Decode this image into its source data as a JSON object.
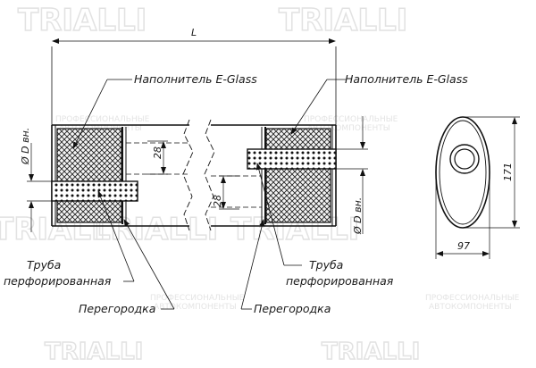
{
  "watermark": {
    "brand": "TRIALLI",
    "line1": "ПРОФЕССИОНАЛЬНЫЕ",
    "line2": "АВТОКОМПОНЕНТЫ"
  },
  "dimensions": {
    "length": "L",
    "diameter_left": "Ø D вн.",
    "diameter_right": "Ø D вн.",
    "offset_top": "28",
    "offset_bottom": "28",
    "height": "171",
    "width": "97"
  },
  "labels": {
    "filler_left": "Наполнитель E-Glass",
    "filler_right": "Наполнитель E-Glass",
    "pipe_left_line1": "Труба",
    "pipe_left_line2": "перфорированная",
    "pipe_right_line1": "Труба",
    "pipe_right_line2": "перфорированная",
    "baffle_left": "Перегородка",
    "baffle_right": "Перегородка"
  }
}
